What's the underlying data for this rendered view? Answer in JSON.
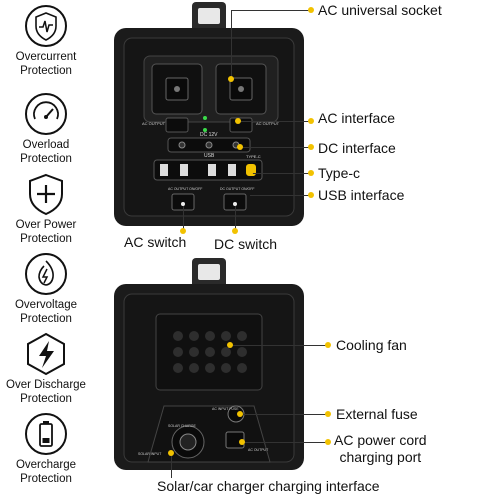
{
  "protections": [
    {
      "label_line1": "Overcurrent",
      "label_line2": "Protection",
      "icon": "overcurrent-shield-icon"
    },
    {
      "label_line1": "Overload",
      "label_line2": "Protection",
      "icon": "gauge-icon"
    },
    {
      "label_line1": "Over Power",
      "label_line2": "Protection",
      "icon": "plus-shield-icon"
    },
    {
      "label_line1": "Overvoltage",
      "label_line2": "Protection",
      "icon": "flame-lightning-icon"
    },
    {
      "label_line1": "Over Discharge",
      "label_line2": "Protection",
      "icon": "lightning-hexagon-icon"
    },
    {
      "label_line1": "Overcharge",
      "label_line2": "Protection",
      "icon": "battery-icon"
    }
  ],
  "front_labels": {
    "ac_socket": "AC universal socket",
    "ac_interface": "AC interface",
    "dc_interface": "DC interface",
    "type_c": "Type-c",
    "usb_interface": "USB interface",
    "ac_switch": "AC switch",
    "dc_switch": "DC switch"
  },
  "back_labels": {
    "cooling_fan": "Cooling fan",
    "external_fuse": "External fuse",
    "ac_cord_line1": "AC power cord",
    "ac_cord_line2": "charging port",
    "solar_charger": "Solar/car charger charging interface"
  },
  "device_text": {
    "ac_output_left": "AC OUTPUT",
    "ac_output_right": "AC OUTPUT",
    "dc_12v": "DC 12V",
    "usb": "USB",
    "type_c": "TYPE-C",
    "ac_output_switch": "AC OUTPUT ON/OFF",
    "dc_output_switch": "DC OUTPUT ON/OFF",
    "solar_charge": "SOLAR CHARGE",
    "ac_input_fuse": "AC INPUT FUSE",
    "ac_output": "AC OUTPUT",
    "solar_input": "SOLAR INPUT"
  },
  "colors": {
    "accent_dot": "#f2c200",
    "device_body": "#1b1b1b",
    "led_green": "#3adb4a"
  }
}
